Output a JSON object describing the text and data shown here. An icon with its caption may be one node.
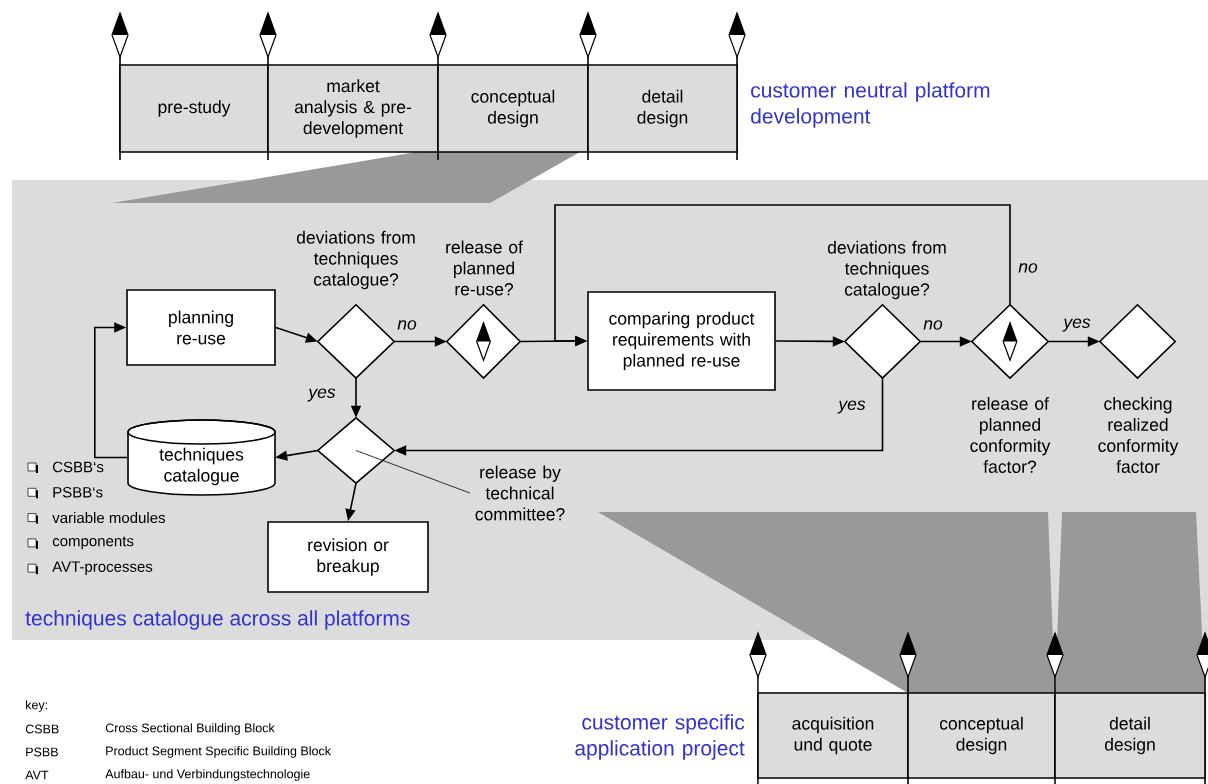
{
  "diagram": {
    "nodes": [
      {
        "text": [
          "pre-study"
        ]
      },
      {
        "text": [
          "market analysis & pre-development"
        ]
      },
      {
        "text": [
          "conceptual design"
        ]
      },
      {
        "text": [
          "detail design"
        ]
      },
      {
        "text": [
          "techniques catalogue across all platforms"
        ]
      },
      {
        "text": [
          "planning re-use"
        ],
        "in": 4
      },
      {
        "text": [
          "deviations from techniques catalogue?"
        ],
        "in": 4
      },
      {
        "text": [
          "release of planned re-use?"
        ],
        "in": 4
      },
      {
        "text": [
          "comparing product requirements with planned re-use"
        ],
        "in": 4
      },
      {
        "text": [
          "deviations from techniques catalogue?"
        ],
        "in": 4
      },
      {
        "text": [
          "release of planned conformity factor?"
        ],
        "in": 4
      },
      {
        "text": [
          "checking realized conformity factor"
        ],
        "in": 4
      },
      {
        "text": [],
        "shape": "diamond",
        "in": 4
      },
      {
        "text": [
          "release by technical committee?"
        ],
        "in": 4
      },
      {
        "text": [
          "techniques catalogue"
        ],
        "in": 4
      },
      {
        "text": [
          "revision or breakup"
        ],
        "in": 4
      },
      {
        "text": [
          "acquisition und quote"
        ]
      },
      {
        "text": [
          "conceptual design"
        ]
      },
      {
        "text": [
          "detail design"
        ]
      }
    ],
    "edges": [
      {
        "from": 5,
        "to": 6,
        "arrow": "to"
      },
      {
        "from": 6,
        "to": 7,
        "arrow": "to",
        "label": "no"
      },
      {
        "from": 7,
        "to": 8,
        "arrow": "to"
      },
      {
        "from": 6,
        "to": 12,
        "arrow": "to",
        "label": "yes"
      },
      {
        "from": 12,
        "to": 14,
        "arrow": "to"
      },
      {
        "from": 12,
        "to": 15,
        "arrow": "to"
      },
      {
        "from": 14,
        "to": 5,
        "arrow": "to"
      },
      {
        "from": 8,
        "to": 9,
        "arrow": "to"
      },
      {
        "from": 9,
        "to": 10,
        "arrow": "to",
        "label": "no"
      },
      {
        "from": 10,
        "to": 11,
        "arrow": "to",
        "label": "yes"
      },
      {
        "from": 10,
        "to": 8,
        "arrow": "to",
        "label": "no"
      },
      {
        "from": 9,
        "to": 12,
        "arrow": "to",
        "label": "yes"
      },
      {
        "from": 13,
        "to": 12,
        "arrow": "none"
      }
    ],
    "labels": [
      "customer neutral platform development",
      "CSBB‘s",
      "PSBB‘s",
      "variable modules",
      "components",
      "AVT-processes",
      "key:",
      "CSBB",
      "Cross Sectional Building Block",
      "PSBB",
      "Product Segment Specific Building Block",
      "AVT",
      "Aufbau- und Verbindungstechnologie",
      "customer specific application project"
    ]
  }
}
